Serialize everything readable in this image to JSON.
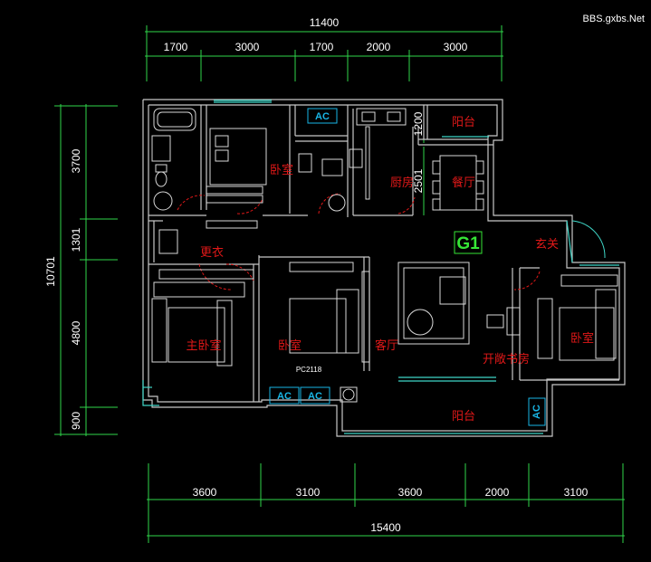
{
  "watermark": "BBS.gxbs.Net",
  "unit_label": "G1",
  "dimensions": {
    "top_total": "11400",
    "top": [
      "1700",
      "3000",
      "1700",
      "2000",
      "3000"
    ],
    "left_total": "10701",
    "left": [
      "3700",
      "1301",
      "4800",
      "900"
    ],
    "bottom": [
      "3600",
      "3100",
      "3600",
      "2000",
      "3100"
    ],
    "bottom_total": "15400",
    "inner_1200": "1200",
    "inner_2501": "2501"
  },
  "rooms": {
    "balcony_top": "阳台",
    "bedroom_top": "卧室",
    "kitchen": "厨房",
    "dining": "餐厅",
    "entrance": "玄关",
    "dressing": "更衣",
    "master_bedroom": "主卧室",
    "bedroom_mid": "卧室",
    "living": "客厅",
    "study": "开敞书房",
    "bedroom_right": "卧室",
    "balcony_bottom": "阳台"
  },
  "labels": {
    "ac1": "AC",
    "ac2": "AC",
    "ac3": "AC",
    "ac4": "AC",
    "window_code": "PC2118"
  },
  "colors": {
    "wall": "#c8c8c8",
    "furniture": "#d8d8d8",
    "dimension": "#2fd64a",
    "room_text": "#e01818",
    "ac": "#19b6e6",
    "window": "#3fd7c8"
  }
}
